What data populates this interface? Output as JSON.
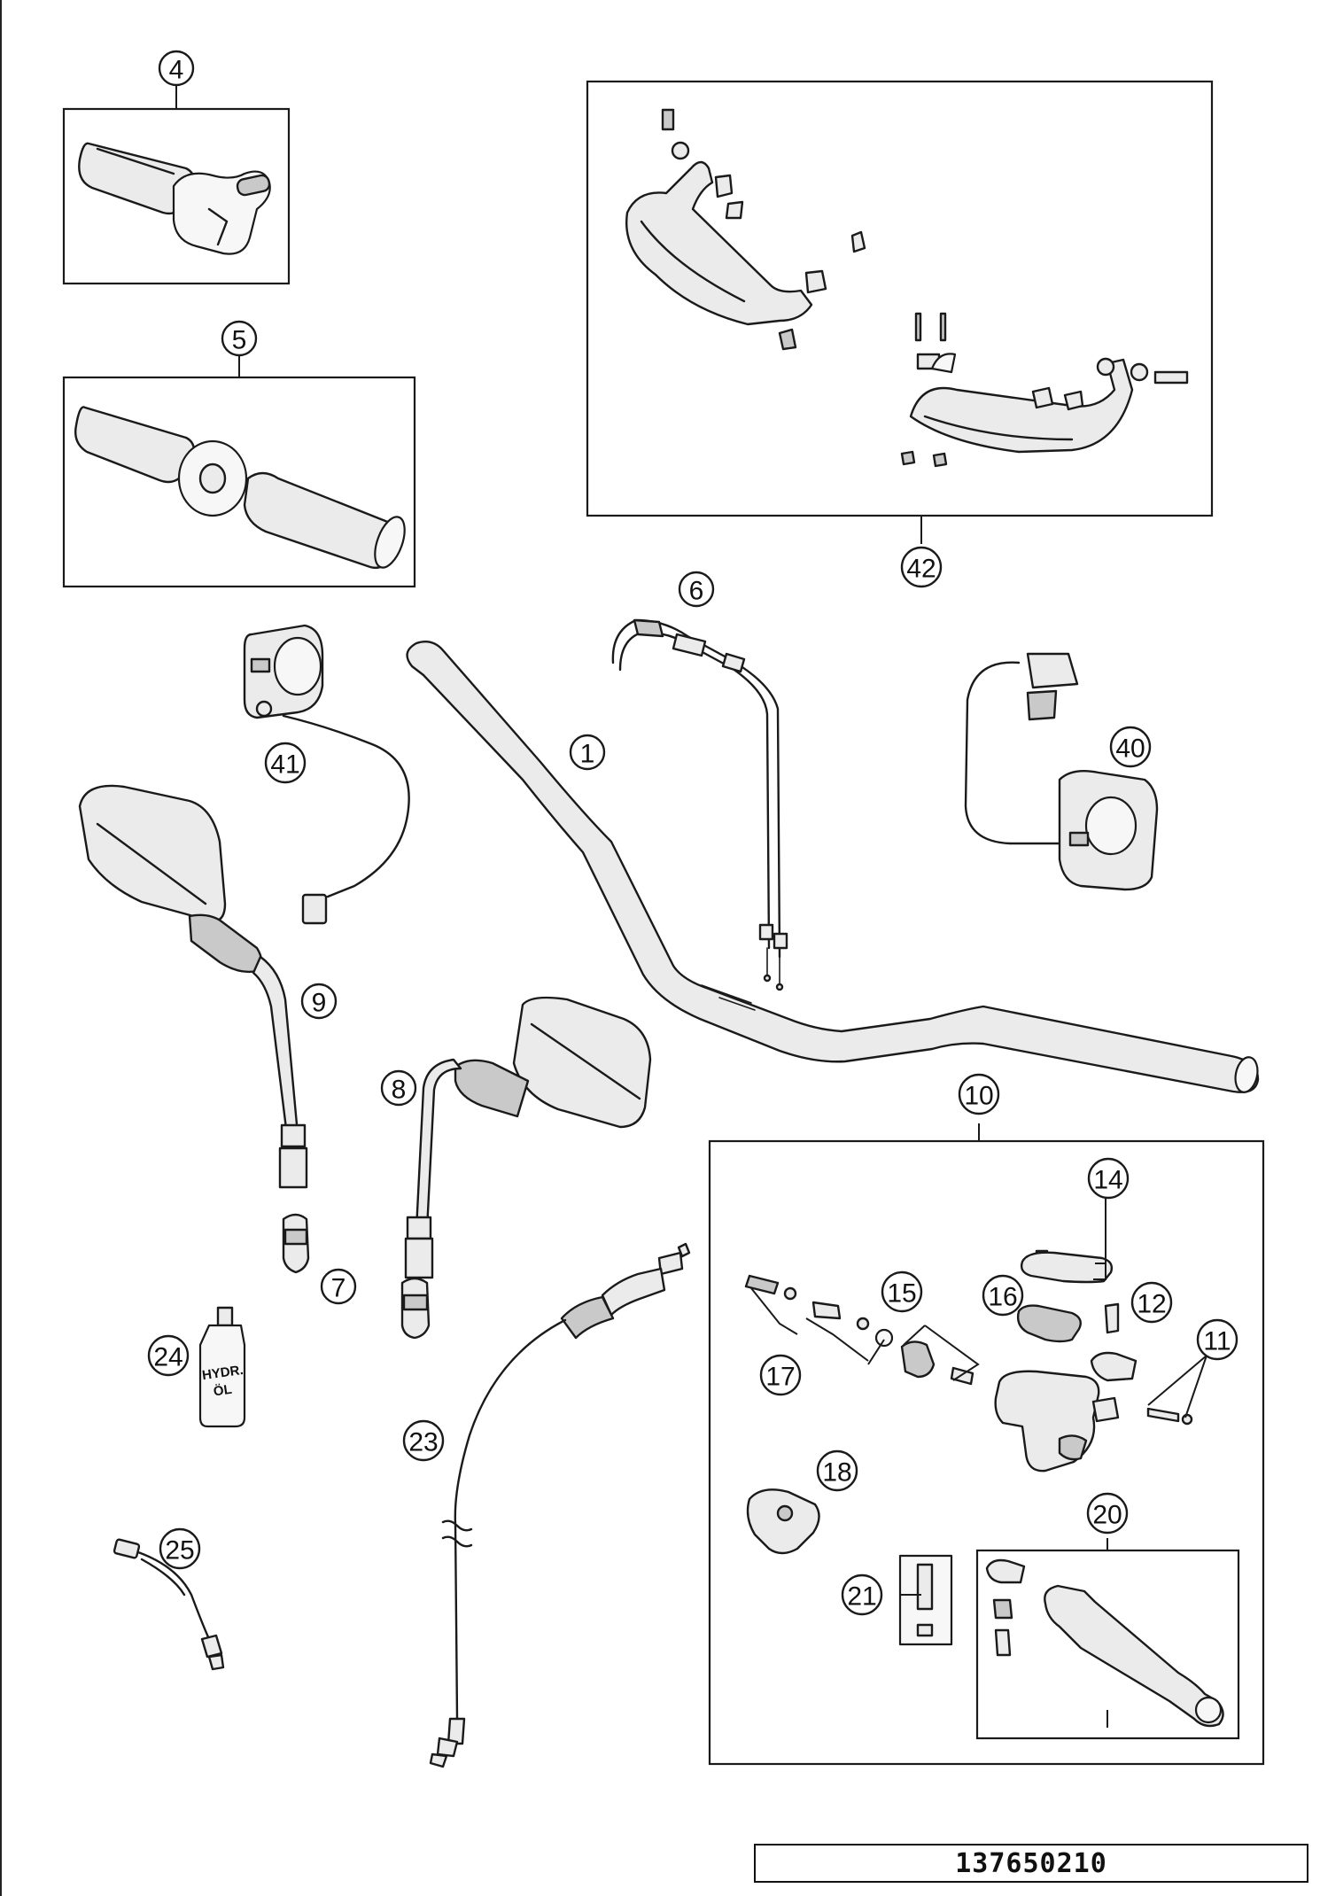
{
  "diagram": {
    "callouts": [
      {
        "id": "c4",
        "label": "4"
      },
      {
        "id": "c5",
        "label": "5"
      },
      {
        "id": "c42",
        "label": "42"
      },
      {
        "id": "c6",
        "label": "6"
      },
      {
        "id": "c41",
        "label": "41"
      },
      {
        "id": "c1",
        "label": "1"
      },
      {
        "id": "c40",
        "label": "40"
      },
      {
        "id": "c9",
        "label": "9"
      },
      {
        "id": "c8",
        "label": "8"
      },
      {
        "id": "c10",
        "label": "10"
      },
      {
        "id": "c7",
        "label": "7"
      },
      {
        "id": "c24",
        "label": "24"
      },
      {
        "id": "c14",
        "label": "14"
      },
      {
        "id": "c15",
        "label": "15"
      },
      {
        "id": "c16",
        "label": "16"
      },
      {
        "id": "c12",
        "label": "12"
      },
      {
        "id": "c11",
        "label": "11"
      },
      {
        "id": "c17",
        "label": "17"
      },
      {
        "id": "c23",
        "label": "23"
      },
      {
        "id": "c18",
        "label": "18"
      },
      {
        "id": "c20",
        "label": "20"
      },
      {
        "id": "c25",
        "label": "25"
      },
      {
        "id": "c21",
        "label": "21"
      }
    ],
    "bottle_label_line1": "HYDR.",
    "bottle_label_line2": "ÖL",
    "drawing_number": "137650210"
  }
}
